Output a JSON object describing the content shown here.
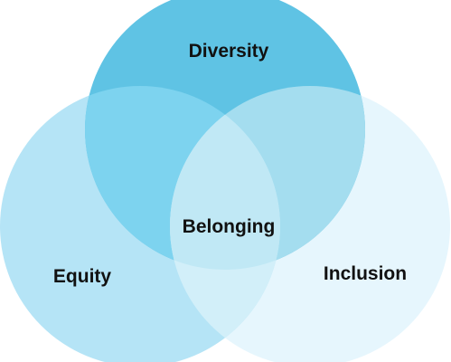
{
  "diagram": {
    "sets": [
      {
        "key": "diversity",
        "label": "Diversity",
        "color": "#5fc3e4"
      },
      {
        "key": "equity",
        "label": "Equity",
        "color": "#b5e4f6"
      },
      {
        "key": "inclusion",
        "label": "Inclusion",
        "color": "#e6f6fd"
      }
    ],
    "overlaps": {
      "diversity_equity": "#7dd3ef",
      "diversity_inclusion": "#a4ddef",
      "equity_inclusion": "#d2eff9",
      "center_label": "Belonging",
      "center_color": "#c0e8f5"
    }
  }
}
